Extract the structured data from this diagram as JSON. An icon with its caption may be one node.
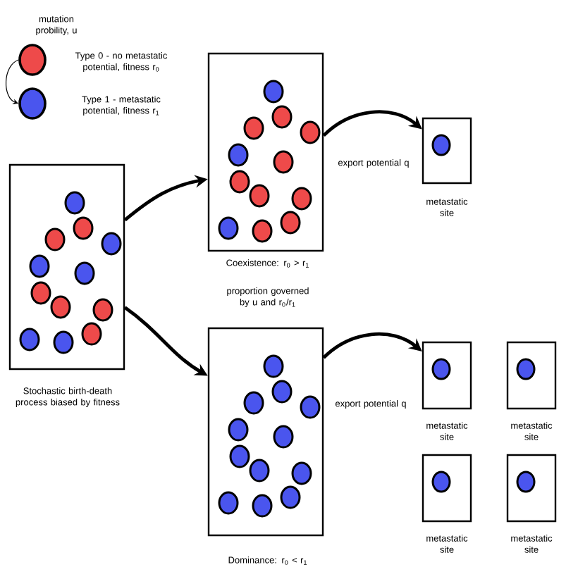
{
  "diagram": {
    "nodes": [
      {
        "text": [],
        "shape": "circle",
        "beside": [
          "Type 0 - no metastatic potential, fitness r$_{0}$"
        ]
      },
      {
        "text": [],
        "shape": "circle",
        "beside": [
          "Type 1 - metastatic potential, fitness r$_{1}$"
        ]
      },
      {
        "text": [],
        "shape": "box",
        "beside": [
          "Stochastic birth-death process biased by fitness"
        ]
      },
      {
        "text": [],
        "shape": "box",
        "beside": [
          "Coexistence: r$_{0}$ > r$_{1}$",
          "proportion governed by u and r$_{0}$/r$_{1}$"
        ]
      },
      {
        "text": [],
        "shape": "box",
        "beside": [
          "metastatic site"
        ]
      },
      {
        "text": [],
        "shape": "box",
        "beside": [
          "Dominance: r$_{0}$ < r$_{1}$"
        ]
      },
      {
        "text": [],
        "shape": "box",
        "beside": [
          "metastatic site"
        ]
      },
      {
        "text": [],
        "shape": "box",
        "beside": [
          "metastatic site"
        ]
      },
      {
        "text": [],
        "shape": "box",
        "beside": [
          "metastatic site"
        ]
      },
      {
        "text": [],
        "shape": "box",
        "beside": [
          "metastatic site"
        ]
      }
    ],
    "edges": [
      {
        "from": 0,
        "to": 1,
        "arrow": "to"
      },
      {
        "from": 2,
        "to": 3,
        "arrow": "to"
      },
      {
        "from": 2,
        "to": 5,
        "arrow": "to"
      },
      {
        "from": 3,
        "to": 4,
        "arrow": "to",
        "label": "export potential q"
      },
      {
        "from": 5,
        "to": 6,
        "arrow": "to",
        "label": "export potential q"
      }
    ],
    "labels": [
      "mutation probility, u"
    ]
  }
}
